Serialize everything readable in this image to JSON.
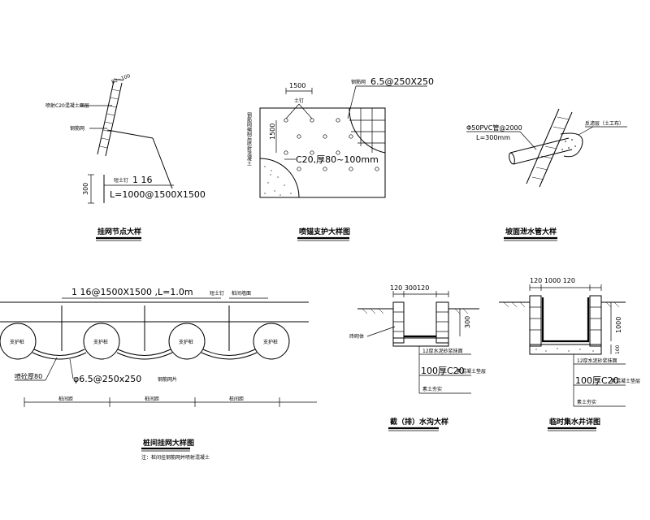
{
  "details": {
    "hanging_net_node": {
      "title": "挂网节点大样",
      "dim_top": "80~100",
      "spray": "喷射C20混凝土面层",
      "mesh": "钢筋网",
      "nail_label": "短土钉",
      "nail_spec": "1 16",
      "nail_length": "L=1000@1500X1500",
      "dim_300": "300"
    },
    "spray_anchor": {
      "title": "喷锚支护大样图",
      "dim_1500_top": "1500",
      "dim_1500_side": "1500",
      "soil_nail": "土钉",
      "mesh_label": "钢筋网",
      "mesh_spec": "6.5@250X250",
      "side_note": "钢筋网编制后喷射混凝土",
      "spray_spec": "C20,厚80~100mm"
    },
    "drain_pipe": {
      "title": "坡面泄水管大样",
      "pipe_spec": "Φ50PVC管@2000",
      "pipe_length": "L=300mm",
      "filter": "反滤层（土工布）"
    },
    "net_plan": {
      "title": "桩间挂网大样图",
      "note": "注：桩间挂钢筋网并喷射混凝土",
      "nail_spec": "1 16@1500X1500 ,L=1.0m",
      "nail_label": "短土钉",
      "wall_label": "桩间墙面",
      "pile_labels": [
        "支护桩",
        "支护桩",
        "支护桩",
        "支护桩"
      ],
      "spray": "喷砼厚80",
      "mesh": "φ6.5@250x250",
      "mesh_suffix": "钢筋网片",
      "dim_labels": [
        "桩间距",
        "桩间距",
        "桩间距"
      ]
    },
    "drain_ditch": {
      "title": "截（排）水沟大样",
      "dims_top": "120 300120",
      "dim_side": "300",
      "wall": "砖砌体",
      "layer1": "12厚水泥砂浆抹面",
      "layer2_num": "100厚C20",
      "layer2_text": "素混凝土垫层",
      "layer3": "素土夯实"
    },
    "water_well": {
      "title": "临时集水井详图",
      "dims_top": "120   1000   120",
      "dim_side": "1000",
      "dim_bottom": "100",
      "layer1": "12厚水泥砂浆抹面",
      "layer2_num": "100厚C20",
      "layer2_text": "素混凝土垫层",
      "layer3": "素土夯实"
    }
  }
}
